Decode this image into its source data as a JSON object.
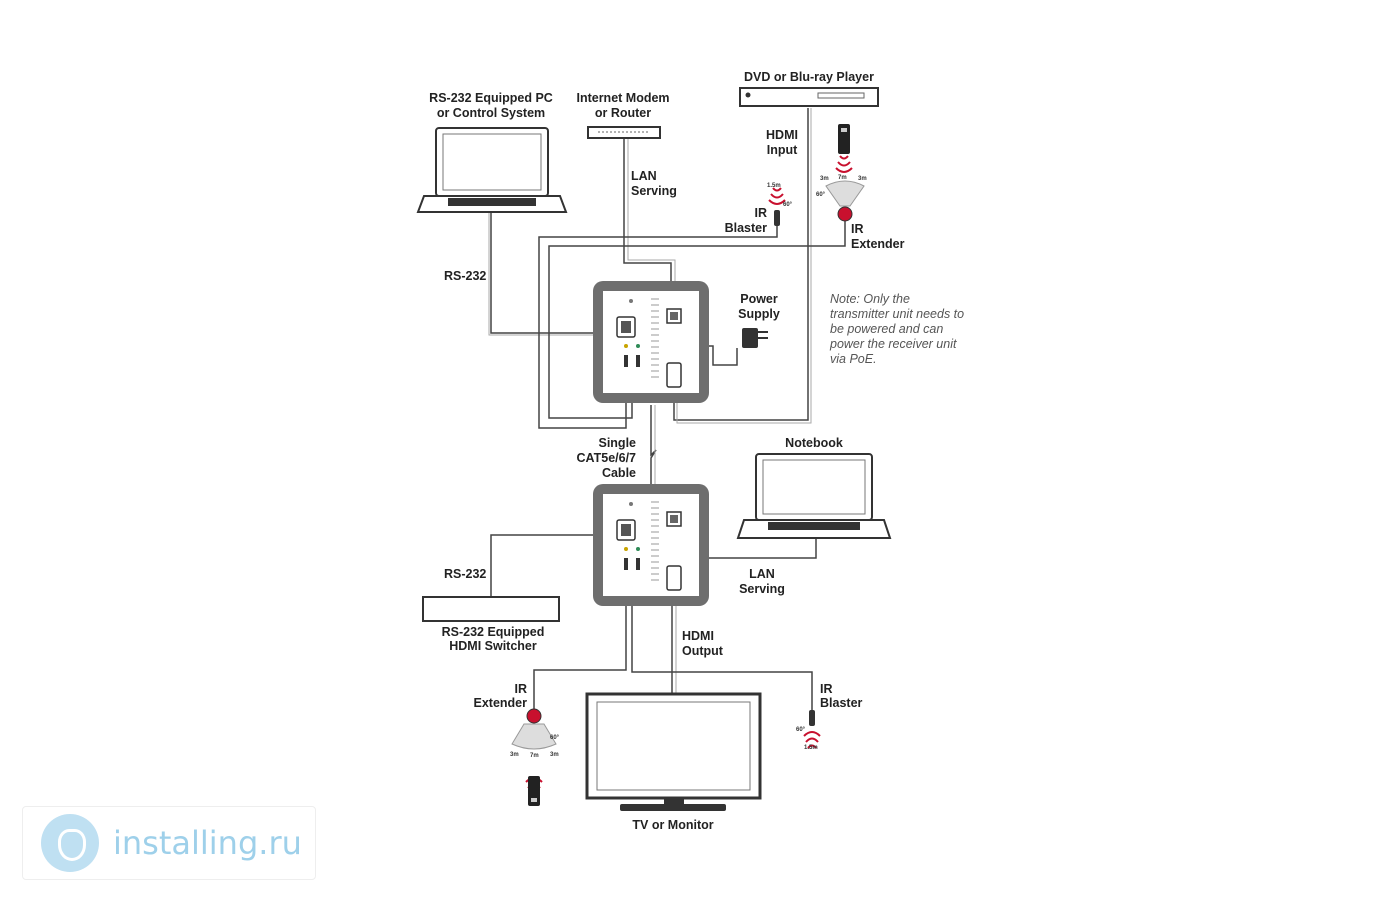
{
  "labels": {
    "rs232_pc": [
      "RS-232 Equipped PC",
      "or Control System"
    ],
    "internet_modem": [
      "Internet Modem",
      "or Router"
    ],
    "dvd_player": "DVD or Blu-ray Player",
    "hdmi_input": [
      "HDMI",
      "Input"
    ],
    "lan_serving_top": [
      "LAN",
      "Serving"
    ],
    "ir_blaster_top": [
      "IR",
      "Blaster"
    ],
    "ir_extender_top": [
      "IR",
      "Extender"
    ],
    "rs232_top": "RS-232",
    "power_supply": [
      "Power",
      "Supply"
    ],
    "note": [
      "Note: Only the",
      "transmitter unit needs to",
      "be powered and can",
      "power the receiver unit",
      "via PoE."
    ],
    "single_cable": [
      "Single",
      "CAT5e/6/7",
      "Cable"
    ],
    "notebook": "Notebook",
    "rs232_bottom": "RS-232",
    "lan_serving_bottom": [
      "LAN",
      "Serving"
    ],
    "rs232_switcher": [
      "RS-232 Equipped",
      "HDMI Switcher"
    ],
    "hdmi_output": [
      "HDMI",
      "Output"
    ],
    "ir_extender_bottom": [
      "IR",
      "Extender"
    ],
    "ir_blaster_bottom": [
      "IR",
      "Blaster"
    ],
    "tv_monitor": "TV or Monitor"
  },
  "ir_specs": {
    "range_short": "1.5m",
    "angle": "60°",
    "range_left": "3m",
    "range_mid": "7m",
    "range_right": "3m"
  },
  "watermark": {
    "text": "installing.ru"
  },
  "colors": {
    "accent_red": "#c8102e",
    "device_gray": "#666666",
    "line": "#444444"
  }
}
